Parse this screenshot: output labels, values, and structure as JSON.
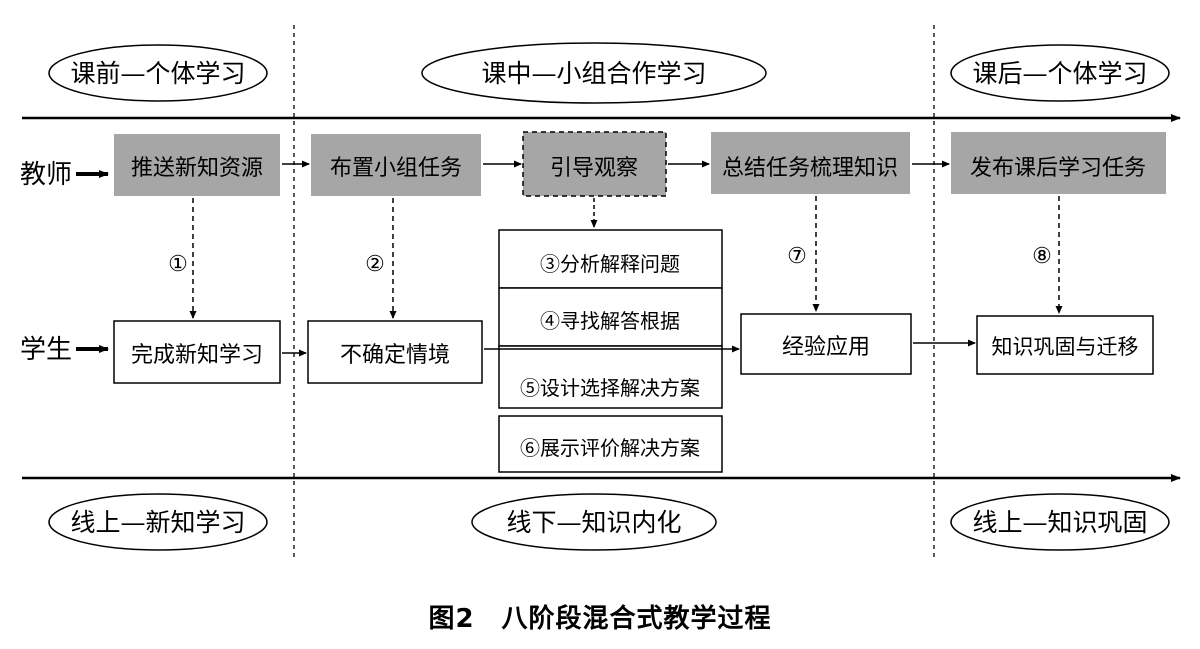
{
  "phases_top": {
    "before": "课前—个体学习",
    "during": "课中—小组合作学习",
    "after": "课后—个体学习"
  },
  "phases_bottom": {
    "online1": "线上—新知学习",
    "offline": "线下—知识内化",
    "online2": "线上—知识巩固"
  },
  "roles": {
    "teacher": "教师",
    "student": "学生"
  },
  "teacher_steps": [
    "推送新知资源",
    "布置小组任务",
    "引导观察",
    "总结任务梳理知识",
    "发布课后学习任务"
  ],
  "student_steps": [
    "完成新知学习",
    "不确定情境",
    "经验应用",
    "知识巩固与迁移"
  ],
  "group_steps": [
    "③分析解释问题",
    "④寻找解答根据",
    "⑤设计选择解决方案",
    "⑥展示评价解决方案"
  ],
  "links": [
    "①",
    "②",
    "⑦",
    "⑧"
  ],
  "caption": "图2　八阶段混合式教学过程",
  "colors": {
    "teacher_box": "#a6a6a6",
    "line": "#000000"
  }
}
